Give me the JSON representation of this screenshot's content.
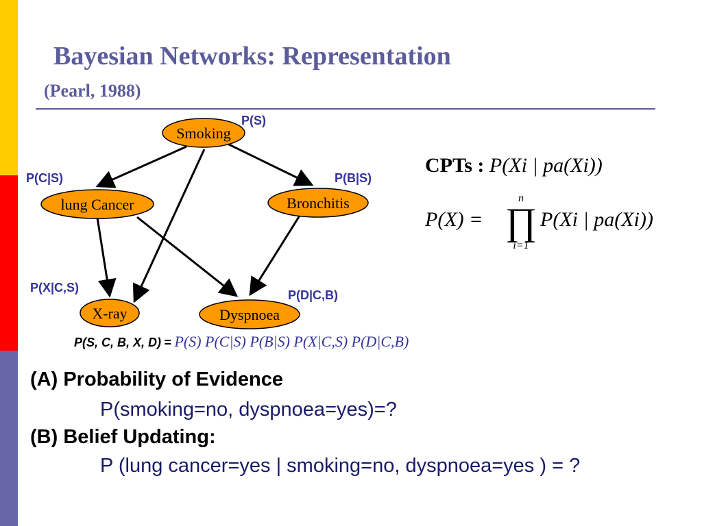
{
  "slide": {
    "title": "Bayesian Networks: Representation",
    "subtitle": "(Pearl, 1988)",
    "colors": {
      "accent": "#5c5c9c",
      "node_fill": "#ff9900",
      "prob_text": "#33339a",
      "bar_yellow": "#ffcc00",
      "bar_red": "#ff0000",
      "bar_purple": "#6666a8"
    }
  },
  "network": {
    "nodes": [
      {
        "id": "smoking",
        "label": "Smoking",
        "prob": "P(S)"
      },
      {
        "id": "lung_cancer",
        "label": "lung Cancer",
        "prob": "P(C|S)"
      },
      {
        "id": "bronchitis",
        "label": "Bronchitis",
        "prob": "P(B|S)"
      },
      {
        "id": "xray",
        "label": "X-ray",
        "prob": "P(X|C,S)"
      },
      {
        "id": "dyspnoea",
        "label": "Dyspnoea",
        "prob": "P(D|C,B)"
      }
    ],
    "edges": [
      [
        "smoking",
        "lung_cancer"
      ],
      [
        "smoking",
        "bronchitis"
      ],
      [
        "smoking",
        "xray"
      ],
      [
        "lung_cancer",
        "xray"
      ],
      [
        "lung_cancer",
        "dyspnoea"
      ],
      [
        "bronchitis",
        "dyspnoea"
      ]
    ]
  },
  "cpts": {
    "label": "CPTs :",
    "cpt_expr": "P(Xi | pa(Xi))",
    "lhs": "P(X) =",
    "prod_upper": "n",
    "prod_symbol": "∏",
    "prod_lower": "i=1",
    "rhs": "P(Xi | pa(Xi))"
  },
  "joint": {
    "lhs": "P(S, C, B, X, D)",
    "eq": "=",
    "rhs": "P(S) P(C|S) P(B|S) P(X|C,S) P(D|C,B)"
  },
  "queries": {
    "a_title": "(A) Probability of Evidence",
    "a_expr": "P(smoking=no, dyspnoea=yes)=?",
    "b_title": "(B) Belief Updating:",
    "b_expr": "P (lung cancer=yes | smoking=no, dyspnoea=yes ) = ?"
  }
}
